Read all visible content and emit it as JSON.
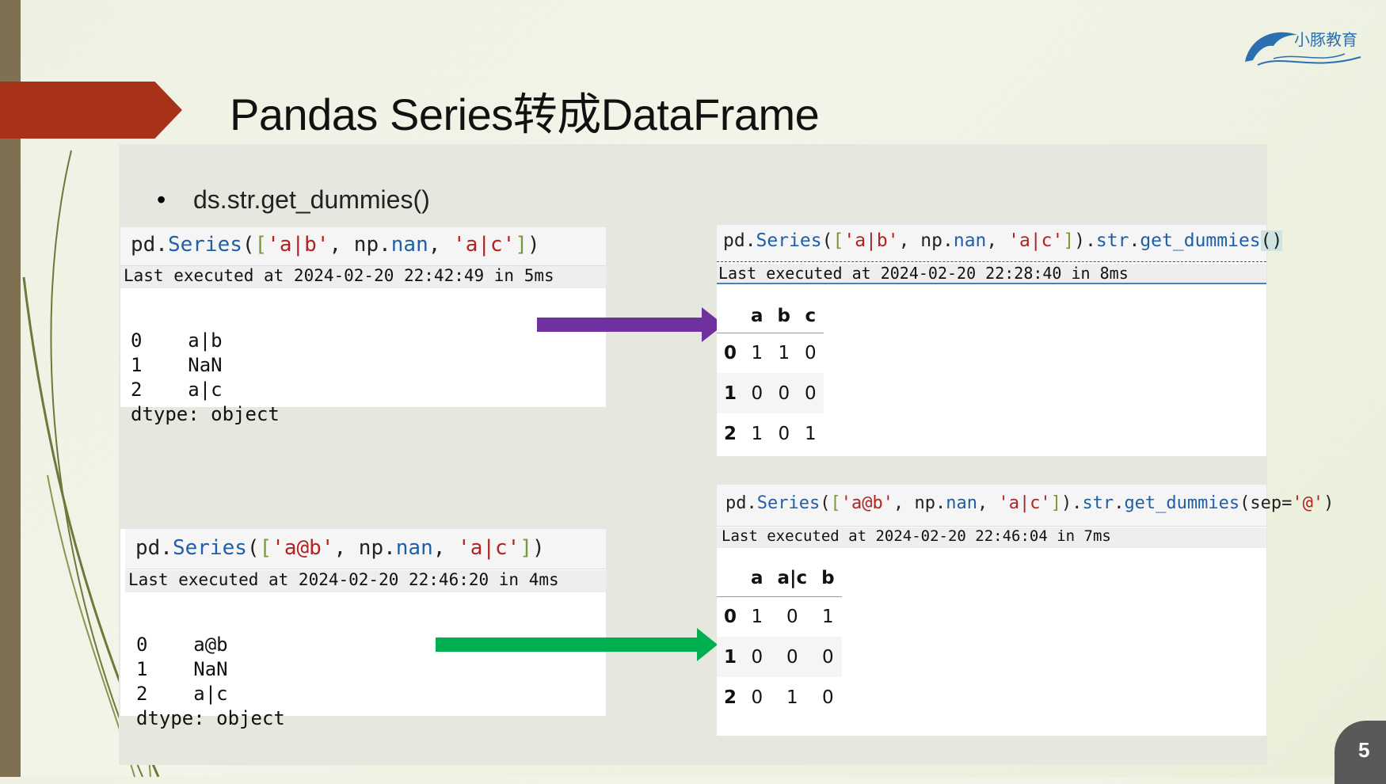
{
  "slide": {
    "title": "Pandas Series转成DataFrame",
    "logo_text": "小豚教育",
    "bullet": "ds.str.get_dummies()",
    "page_number": "5"
  },
  "cell1": {
    "code_parts": [
      "pd.",
      "Series",
      "(",
      "[",
      "'a|b'",
      ", np.",
      "nan",
      ", ",
      "'a|c'",
      "]",
      ")"
    ],
    "exec": "Last executed at 2024-02-20 22:42:49 in 5ms",
    "output": [
      "0    a|b",
      "1    NaN",
      "2    a|c",
      "dtype: object"
    ]
  },
  "cell2": {
    "code_parts": [
      "pd.",
      "Series",
      "(",
      "[",
      "'a|b'",
      ", np.",
      "nan",
      ", ",
      "'a|c'",
      "]",
      ").",
      "str",
      ".",
      "get_dummies",
      "()"
    ],
    "exec": "Last executed at 2024-02-20 22:28:40 in 8ms",
    "table": {
      "columns": [
        "a",
        "b",
        "c"
      ],
      "rows": [
        {
          "index": "0",
          "values": [
            "1",
            "1",
            "0"
          ]
        },
        {
          "index": "1",
          "values": [
            "0",
            "0",
            "0"
          ]
        },
        {
          "index": "2",
          "values": [
            "1",
            "0",
            "1"
          ]
        }
      ]
    }
  },
  "cell3": {
    "code_parts": [
      "pd.",
      "Series",
      "(",
      "[",
      "'a@b'",
      ", np.",
      "nan",
      ", ",
      "'a|c'",
      "]",
      ")"
    ],
    "exec": "Last executed at 2024-02-20 22:46:20 in 4ms",
    "output": [
      "0    a@b",
      "1    NaN",
      "2    a|c",
      "dtype: object"
    ]
  },
  "cell4": {
    "code_parts": [
      "pd.",
      "Series",
      "(",
      "[",
      "'a@b'",
      ", np.",
      "nan",
      ", ",
      "'a|c'",
      "]",
      ").",
      "str",
      ".",
      "get_dummies",
      "(sep=",
      "'@'",
      ")"
    ],
    "exec": "Last executed at 2024-02-20 22:46:04 in 7ms",
    "table": {
      "columns": [
        "a",
        "a|c",
        "b"
      ],
      "rows": [
        {
          "index": "0",
          "values": [
            "1",
            "0",
            "1"
          ]
        },
        {
          "index": "1",
          "values": [
            "0",
            "0",
            "0"
          ]
        },
        {
          "index": "2",
          "values": [
            "0",
            "1",
            "0"
          ]
        }
      ]
    }
  },
  "colors": {
    "banner": "#a8311a",
    "arrow_top": "#7030a0",
    "arrow_bottom": "#00b050",
    "keyword": "#1f5fa8",
    "string": "#b22222"
  }
}
